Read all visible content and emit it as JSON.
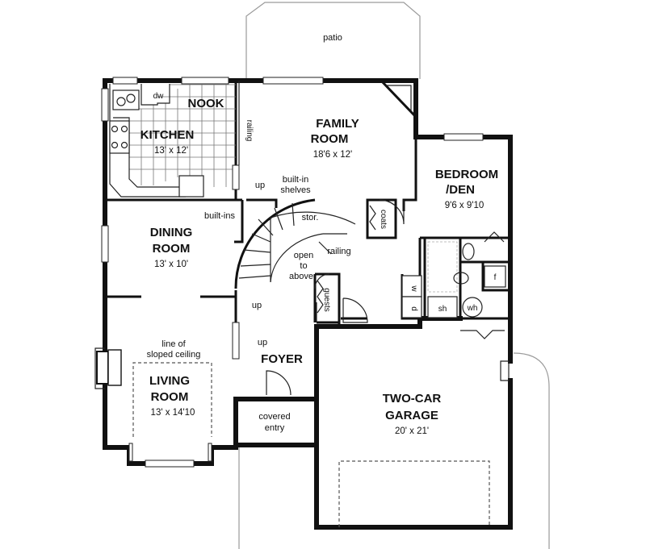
{
  "labels": {
    "patio": "patio",
    "nook": "NOOK",
    "kitchen": "KITCHEN",
    "kitchen_dim": "13' x 12'",
    "dw": "dw",
    "family_room_1": "FAMILY",
    "family_room_2": "ROOM",
    "family_dim": "18'6 x 12'",
    "railing_vertical": "railing",
    "up_1": "up",
    "built_in_shelves_1": "built-in",
    "built_in_shelves_2": "shelves",
    "bedroom_1": "BEDROOM",
    "bedroom_2": "/DEN",
    "bedroom_dim": "9'6 x 9'10",
    "coats": "coats",
    "built_ins": "built-ins",
    "stor": "stor.",
    "dining_1": "DINING",
    "dining_2": "ROOM",
    "dining_dim": "13' x 10'",
    "railing": "railing",
    "open_to_above_1": "open",
    "open_to_above_2": "to",
    "open_to_above_3": "above",
    "w": "w",
    "d": "d",
    "f": "f",
    "sh": "sh",
    "wh": "wh",
    "guests": "guests",
    "up_2": "up",
    "up_3": "up",
    "sloped_1": "line of",
    "sloped_2": "sloped ceiling",
    "foyer": "FOYER",
    "living_1": "LIVING",
    "living_2": "ROOM",
    "living_dim": "13' x 14'10",
    "covered_1": "covered",
    "covered_2": "entry",
    "garage_1": "TWO-CAR",
    "garage_2": "GARAGE",
    "garage_dim": "20' x 21'"
  }
}
